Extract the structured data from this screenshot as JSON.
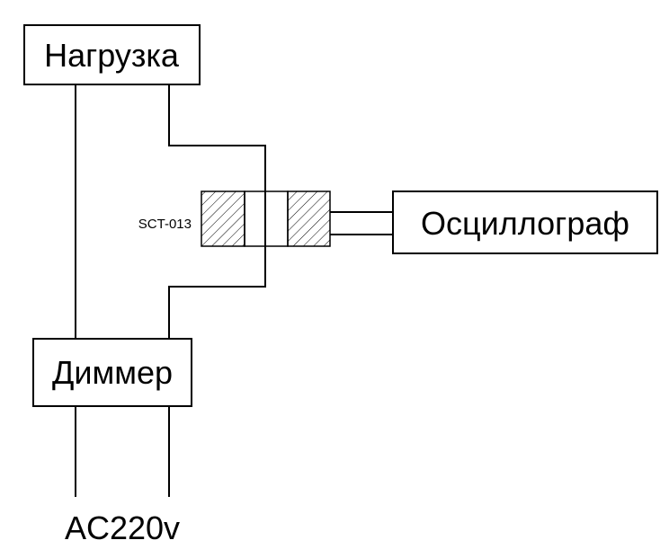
{
  "diagram": {
    "load": {
      "label": "Нагрузка"
    },
    "dimmer": {
      "label": "Диммер"
    },
    "oscilloscope": {
      "label": "Осциллограф"
    },
    "sensor": {
      "label": "SCT-013"
    },
    "power": {
      "label": "AC220v"
    }
  }
}
